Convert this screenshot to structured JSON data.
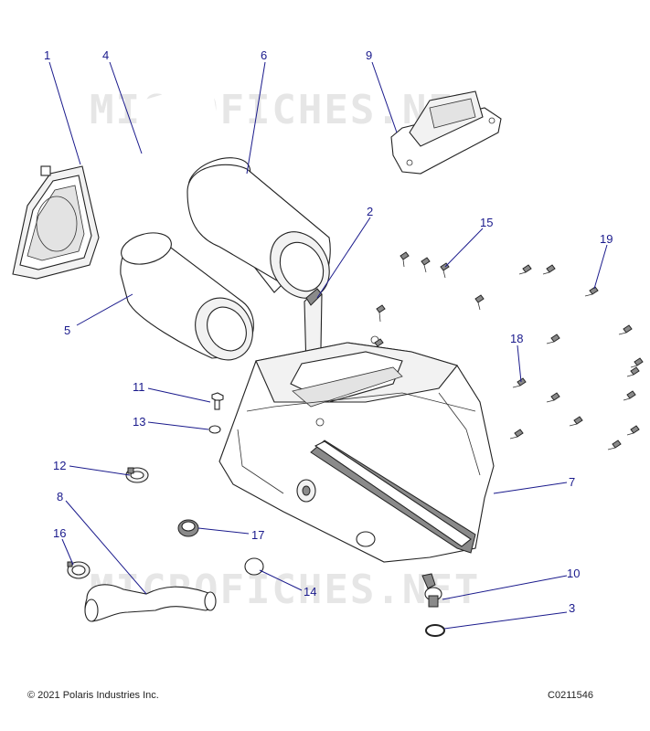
{
  "watermark": "MICROFICHES.NET",
  "copyright": "© 2021 Polaris Industries Inc.",
  "figure_code": "C0211546",
  "callouts": {
    "c1": "1",
    "c2": "2",
    "c3": "3",
    "c4": "4",
    "c5": "5",
    "c6": "6",
    "c7": "7",
    "c8": "8",
    "c9": "9",
    "c10": "10",
    "c11": "11",
    "c12": "12",
    "c13": "13",
    "c14": "14",
    "c15": "15",
    "c16": "16",
    "c17": "17",
    "c18": "18",
    "c19": "19"
  },
  "colors": {
    "callout": "#1a1a8c",
    "line_art": "#222222",
    "watermark": "#e6e6e6"
  }
}
